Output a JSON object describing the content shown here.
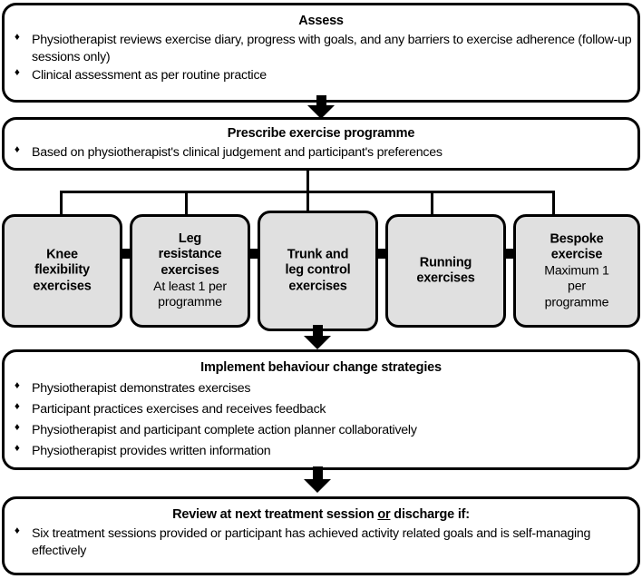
{
  "diagram": {
    "title": "Physiotherapy exercise programme flowchart",
    "accent_grey": "#e0e0e0",
    "line_color": "#000000",
    "background": "#ffffff"
  },
  "steps": [
    {
      "id": "assess",
      "title": "Assess",
      "bullets": [
        "Physiotherapist reviews exercise diary, progress with goals, and any barriers to exercise adherence (follow-up sessions only)",
        "Clinical assessment as per routine practice"
      ]
    },
    {
      "id": "prescribe",
      "title": "Prescribe exercise programme",
      "bullets": [
        "Based on physiotherapist's clinical judgement and participant's preferences"
      ]
    },
    {
      "id": "implement",
      "title": "Implement behaviour change strategies",
      "bullets": [
        "Physiotherapist demonstrates exercises",
        "Participant practices exercises and receives feedback",
        "Physiotherapist and participant complete action planner collaboratively",
        "Physiotherapist provides written information"
      ]
    },
    {
      "id": "review",
      "title_part1": "Review at next treatment session ",
      "title_underlined": "or",
      "title_part2": " discharge if:",
      "bullets": [
        "Six treatment sessions provided or participant has achieved activity related goals and is self-managing effectively"
      ]
    }
  ],
  "exercise_options": [
    {
      "id": "knee-flexibility",
      "title": "Knee\nflexibility\nexercises",
      "sub": ""
    },
    {
      "id": "leg-resistance",
      "title": "Leg\nresistance\nexercises",
      "sub": "At least 1 per\nprogramme"
    },
    {
      "id": "trunk-leg-control",
      "title": "Trunk and\nleg control\nexercises",
      "sub": ""
    },
    {
      "id": "running",
      "title": "Running\nexercises",
      "sub": ""
    },
    {
      "id": "bespoke",
      "title": "Bespoke\nexercise",
      "sub": "Maximum 1\nper\nprogramme"
    }
  ]
}
